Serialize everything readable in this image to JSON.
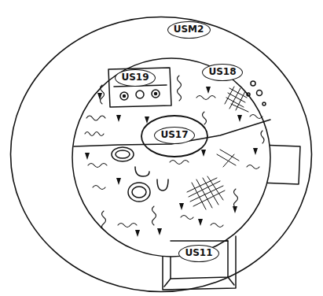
{
  "diagram": {
    "nodes": [
      {
        "text": [
          "USM2"
        ]
      },
      {
        "text": [
          "US19"
        ],
        "in": 0
      },
      {
        "text": [
          "US18"
        ],
        "in": 0
      },
      {
        "text": [
          "US17"
        ],
        "in": 0
      },
      {
        "text": [
          "US11"
        ],
        "in": 0
      }
    ]
  }
}
